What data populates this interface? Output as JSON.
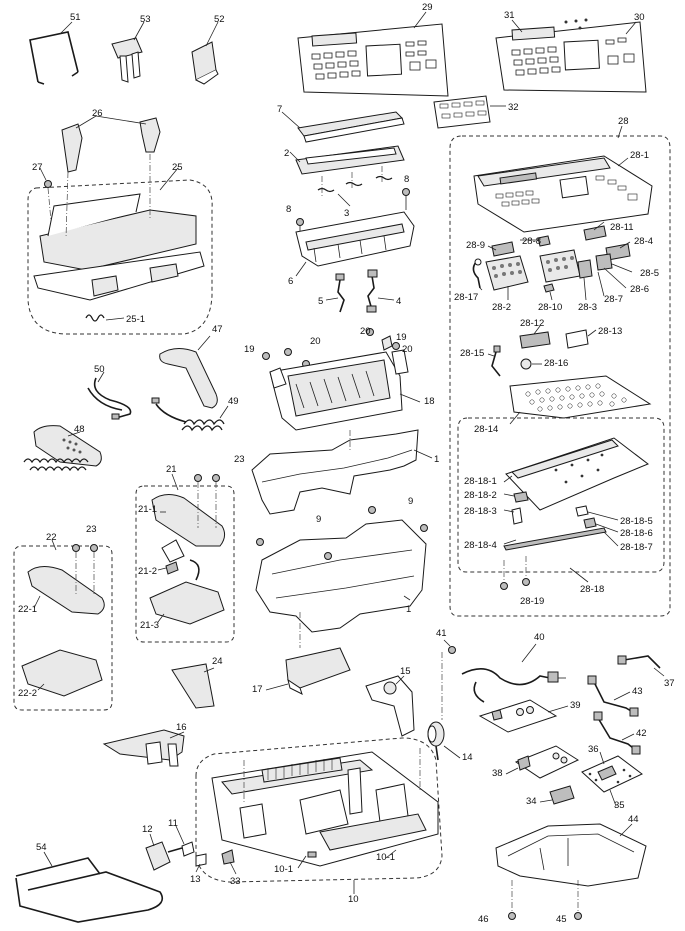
{
  "labels": [
    {
      "id": "p51",
      "text": "51"
    },
    {
      "id": "p53",
      "text": "53"
    },
    {
      "id": "p52",
      "text": "52"
    },
    {
      "id": "p29",
      "text": "29"
    },
    {
      "id": "p31",
      "text": "31"
    },
    {
      "id": "p30",
      "text": "30"
    },
    {
      "id": "p7",
      "text": "7"
    },
    {
      "id": "p32",
      "text": "32"
    },
    {
      "id": "p26",
      "text": "26"
    },
    {
      "id": "p28",
      "text": "28"
    },
    {
      "id": "p2",
      "text": "2"
    },
    {
      "id": "p28-1",
      "text": "28-1"
    },
    {
      "id": "p27",
      "text": "27"
    },
    {
      "id": "p25",
      "text": "25"
    },
    {
      "id": "p3",
      "text": "3"
    },
    {
      "id": "p8a",
      "text": "8"
    },
    {
      "id": "p8b",
      "text": "8"
    },
    {
      "id": "p28-11",
      "text": "28-11"
    },
    {
      "id": "p28-9",
      "text": "28-9"
    },
    {
      "id": "p28-8",
      "text": "28-8"
    },
    {
      "id": "p28-4",
      "text": "28-4"
    },
    {
      "id": "p6",
      "text": "6"
    },
    {
      "id": "p28-5",
      "text": "28-5"
    },
    {
      "id": "p28-6",
      "text": "28-6"
    },
    {
      "id": "p28-17",
      "text": "28-17"
    },
    {
      "id": "p28-7",
      "text": "28-7"
    },
    {
      "id": "p5",
      "text": "5"
    },
    {
      "id": "p4",
      "text": "4"
    },
    {
      "id": "p28-2",
      "text": "28-2"
    },
    {
      "id": "p28-10",
      "text": "28-10"
    },
    {
      "id": "p28-3",
      "text": "28-3"
    },
    {
      "id": "p25-1",
      "text": "25-1"
    },
    {
      "id": "p28-12",
      "text": "28-12"
    },
    {
      "id": "p28-13",
      "text": "28-13"
    },
    {
      "id": "p20a",
      "text": "20"
    },
    {
      "id": "p19a",
      "text": "19"
    },
    {
      "id": "p47",
      "text": "47"
    },
    {
      "id": "p19b",
      "text": "19"
    },
    {
      "id": "p20b",
      "text": "20"
    },
    {
      "id": "p20c",
      "text": "20"
    },
    {
      "id": "p28-15",
      "text": "28-15"
    },
    {
      "id": "p28-16",
      "text": "28-16"
    },
    {
      "id": "p50",
      "text": "50"
    },
    {
      "id": "p18",
      "text": "18"
    },
    {
      "id": "p49",
      "text": "49"
    },
    {
      "id": "p28-14",
      "text": "28-14"
    },
    {
      "id": "p48",
      "text": "48"
    },
    {
      "id": "p1a",
      "text": "1"
    },
    {
      "id": "p21",
      "text": "21"
    },
    {
      "id": "p23a",
      "text": "23"
    },
    {
      "id": "p28-18-1",
      "text": "28-18-1"
    },
    {
      "id": "p28-18-2",
      "text": "28-18-2"
    },
    {
      "id": "p9a",
      "text": "9"
    },
    {
      "id": "p28-18-3",
      "text": "28-18-3"
    },
    {
      "id": "p21-1",
      "text": "21-1"
    },
    {
      "id": "p28-18-5",
      "text": "28-18-5"
    },
    {
      "id": "p9b",
      "text": "9"
    },
    {
      "id": "p23b",
      "text": "23"
    },
    {
      "id": "p22",
      "text": "22"
    },
    {
      "id": "p28-18-6",
      "text": "28-18-6"
    },
    {
      "id": "p28-18-4",
      "text": "28-18-4"
    },
    {
      "id": "p28-18-7",
      "text": "28-18-7"
    },
    {
      "id": "p21-2",
      "text": "21-2"
    },
    {
      "id": "p22-1",
      "text": "22-1"
    },
    {
      "id": "p28-18",
      "text": "28-18"
    },
    {
      "id": "p28-19",
      "text": "28-19"
    },
    {
      "id": "p21-3",
      "text": "21-3"
    },
    {
      "id": "p1b",
      "text": "1"
    },
    {
      "id": "p41",
      "text": "41"
    },
    {
      "id": "p40",
      "text": "40"
    },
    {
      "id": "p24",
      "text": "24"
    },
    {
      "id": "p17",
      "text": "17"
    },
    {
      "id": "p15",
      "text": "15"
    },
    {
      "id": "p37",
      "text": "37"
    },
    {
      "id": "p22-2",
      "text": "22-2"
    },
    {
      "id": "p43",
      "text": "43"
    },
    {
      "id": "p39",
      "text": "39"
    },
    {
      "id": "p16",
      "text": "16"
    },
    {
      "id": "p42",
      "text": "42"
    },
    {
      "id": "p14",
      "text": "14"
    },
    {
      "id": "p36",
      "text": "36"
    },
    {
      "id": "p38",
      "text": "38"
    },
    {
      "id": "p34",
      "text": "34"
    },
    {
      "id": "p35",
      "text": "35"
    },
    {
      "id": "p44",
      "text": "44"
    },
    {
      "id": "p54",
      "text": "54"
    },
    {
      "id": "p12",
      "text": "12"
    },
    {
      "id": "p11",
      "text": "11"
    },
    {
      "id": "p10-1a",
      "text": "10-1"
    },
    {
      "id": "p13",
      "text": "13"
    },
    {
      "id": "p33",
      "text": "33"
    },
    {
      "id": "p10-1b",
      "text": "10-1"
    },
    {
      "id": "p10",
      "text": "10"
    },
    {
      "id": "p46",
      "text": "46"
    },
    {
      "id": "p45",
      "text": "45"
    }
  ]
}
